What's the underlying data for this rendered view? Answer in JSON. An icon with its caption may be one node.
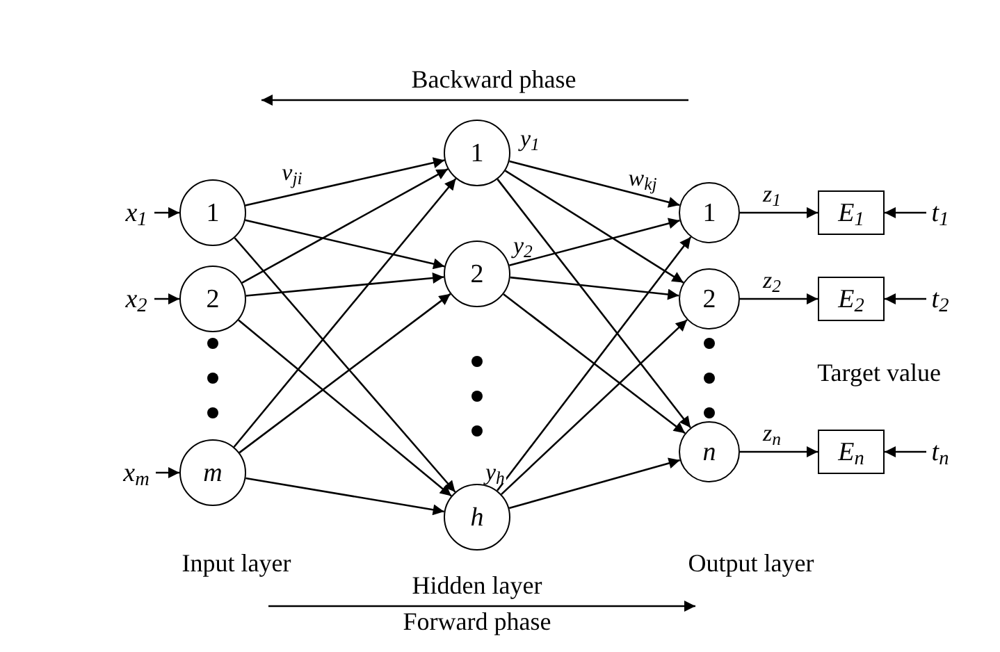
{
  "diagram": {
    "nodes": [
      {
        "text": [
          "x$_{1}$"
        ]
      },
      {
        "text": [
          "1"
        ]
      },
      {
        "text": [
          "x$_{2}$"
        ]
      },
      {
        "text": [
          "2"
        ]
      },
      {
        "text": [
          "x$_{m}$"
        ]
      },
      {
        "text": [
          "m"
        ]
      },
      {
        "text": [
          "1"
        ],
        "beside": [
          "y$_{1}$"
        ]
      },
      {
        "text": [
          "2"
        ],
        "beside": [
          "y$_{2}$"
        ]
      },
      {
        "text": [
          "h"
        ],
        "beside": [
          "y$_{h}$"
        ]
      },
      {
        "text": [
          "1"
        ]
      },
      {
        "text": [
          "2"
        ]
      },
      {
        "text": [
          "n"
        ]
      },
      {
        "text": [
          "E$_{1}$"
        ]
      },
      {
        "text": [
          "E$_{2}$"
        ]
      },
      {
        "text": [
          "E$_{n}$"
        ]
      },
      {
        "text": [
          "t$_{1}$"
        ]
      },
      {
        "text": [
          "t$_{2}$"
        ]
      },
      {
        "text": [
          "t$_{n}$"
        ]
      }
    ],
    "edges": [
      {
        "from": 0,
        "to": 1,
        "arrow": "to"
      },
      {
        "from": 2,
        "to": 3,
        "arrow": "to"
      },
      {
        "from": 4,
        "to": 5,
        "arrow": "to"
      },
      {
        "from": 1,
        "to": 6,
        "arrow": "to"
      },
      {
        "from": 1,
        "to": 7,
        "arrow": "to"
      },
      {
        "from": 1,
        "to": 8,
        "arrow": "to"
      },
      {
        "from": 3,
        "to": 6,
        "arrow": "to"
      },
      {
        "from": 3,
        "to": 7,
        "arrow": "to"
      },
      {
        "from": 3,
        "to": 8,
        "arrow": "to"
      },
      {
        "from": 5,
        "to": 6,
        "arrow": "to"
      },
      {
        "from": 5,
        "to": 7,
        "arrow": "to"
      },
      {
        "from": 5,
        "to": 8,
        "arrow": "to"
      },
      {
        "from": 6,
        "to": 9,
        "arrow": "to"
      },
      {
        "from": 6,
        "to": 10,
        "arrow": "to"
      },
      {
        "from": 6,
        "to": 11,
        "arrow": "to"
      },
      {
        "from": 7,
        "to": 9,
        "arrow": "to"
      },
      {
        "from": 7,
        "to": 10,
        "arrow": "to"
      },
      {
        "from": 7,
        "to": 11,
        "arrow": "to"
      },
      {
        "from": 8,
        "to": 9,
        "arrow": "to"
      },
      {
        "from": 8,
        "to": 10,
        "arrow": "to"
      },
      {
        "from": 8,
        "to": 11,
        "arrow": "to"
      },
      {
        "from": 9,
        "to": 12,
        "label": "z$_{1}$",
        "arrow": "to"
      },
      {
        "from": 10,
        "to": 13,
        "label": "z$_{2}$",
        "arrow": "to"
      },
      {
        "from": 11,
        "to": 14,
        "label": "z$_{n}$",
        "arrow": "to"
      },
      {
        "from": 15,
        "to": 12,
        "arrow": "to"
      },
      {
        "from": 16,
        "to": 13,
        "arrow": "to"
      },
      {
        "from": 17,
        "to": 14,
        "arrow": "to"
      }
    ],
    "labels": [
      "Backward phase",
      "v$_{ji}$",
      "w$_{kj}$",
      "Target value",
      "Input layer",
      "Output layer",
      "Hidden layer",
      "Forward phase"
    ]
  }
}
